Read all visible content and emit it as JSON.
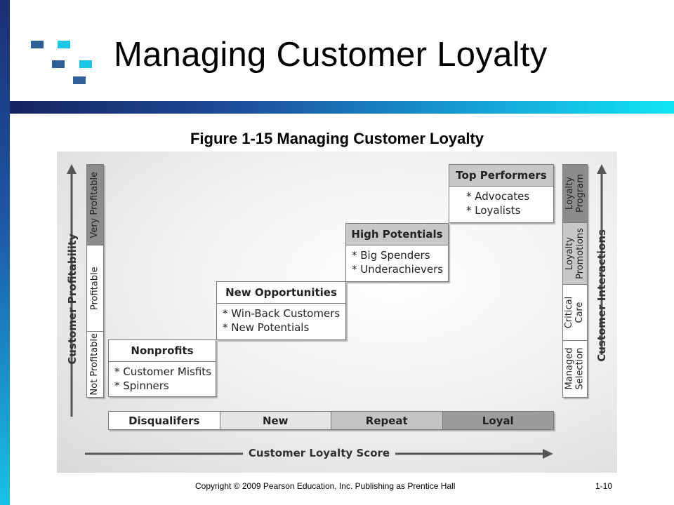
{
  "slide": {
    "title": "Managing Customer Loyalty",
    "figure_title": "Figure 1-15 Managing Customer Loyalty",
    "copyright": "Copyright © 2009 Pearson Education, Inc.  Publishing as Prentice Hall",
    "page_number": "1-10",
    "colors": {
      "accent_dark": "#1b2f75",
      "accent_cyan": "#12e6f2",
      "logo_dark": "#2e5f97",
      "logo_cyan": "#1cc7e6"
    }
  },
  "diagram": {
    "left_axis_label": "Customer Profitability",
    "right_axis_label": "Customer Interactions",
    "bottom_axis_label": "Customer Loyalty Score",
    "profitability_levels": [
      "Very Profitable",
      "Profitable",
      "Not Profitable"
    ],
    "interaction_levels": [
      {
        "line1": "Loyalty",
        "line2": "Program"
      },
      {
        "line1": "Loyalty",
        "line2": "Promotions"
      },
      {
        "line1": "Critical",
        "line2": "Care"
      },
      {
        "line1": "Managed",
        "line2": "Selection"
      }
    ],
    "segments": [
      {
        "title": "Nonprofits",
        "items": [
          "* Customer Misfits",
          "* Spinners"
        ]
      },
      {
        "title": "New Opportunities",
        "items": [
          "* Win-Back Customers",
          "* New Potentials"
        ]
      },
      {
        "title": "High Potentials",
        "items": [
          "* Big Spenders",
          "* Underachievers"
        ]
      },
      {
        "title": "Top Performers",
        "items": [
          "* Advocates",
          "* Loyalists"
        ]
      }
    ],
    "loyalty_scores": [
      "Disqualifers",
      "New",
      "Repeat",
      "Loyal"
    ]
  }
}
